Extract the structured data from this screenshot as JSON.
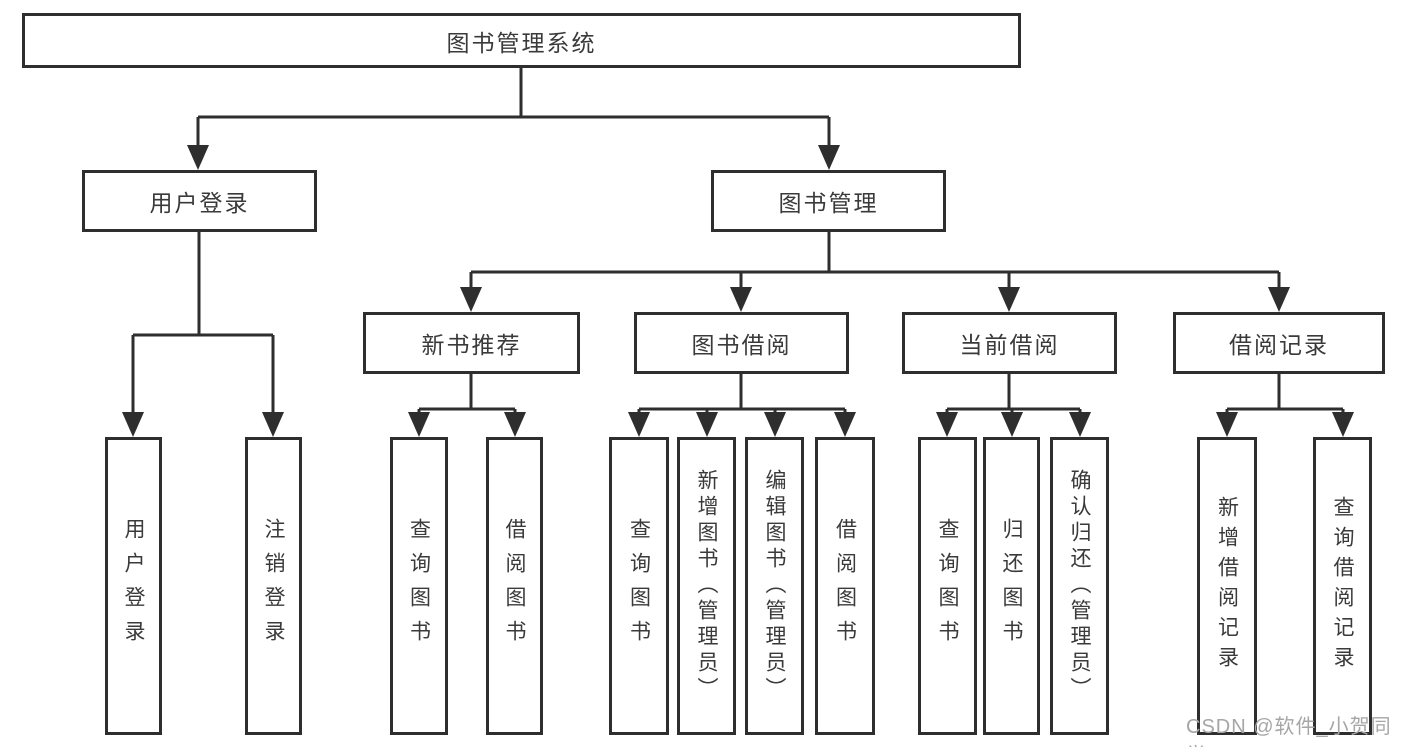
{
  "tree": {
    "label": "图书管理系统",
    "children": [
      {
        "label": "用户登录",
        "children": [
          {
            "label": "用户登录"
          },
          {
            "label": "注销登录"
          }
        ]
      },
      {
        "label": "图书管理",
        "children": [
          {
            "label": "新书推荐",
            "children": [
              {
                "label": "查询图书"
              },
              {
                "label": "借阅图书"
              }
            ]
          },
          {
            "label": "图书借阅",
            "children": [
              {
                "label": "查询图书"
              },
              {
                "label": "新增图书（管理员）"
              },
              {
                "label": "编辑图书（管理员）"
              },
              {
                "label": "借阅图书"
              }
            ]
          },
          {
            "label": "当前借阅",
            "children": [
              {
                "label": "查询图书"
              },
              {
                "label": "归还图书"
              },
              {
                "label": "确认归还（管理员）"
              }
            ]
          },
          {
            "label": "借阅记录",
            "children": [
              {
                "label": "新增借阅记录"
              },
              {
                "label": "查询借阅记录"
              }
            ]
          }
        ]
      }
    ]
  },
  "watermark": "CSDN @软件_小贺同学",
  "colors": {
    "line": "#2e2e2e",
    "text": "#3a3a3a",
    "watermark": "#a6a6a6",
    "background": "#ffffff"
  }
}
